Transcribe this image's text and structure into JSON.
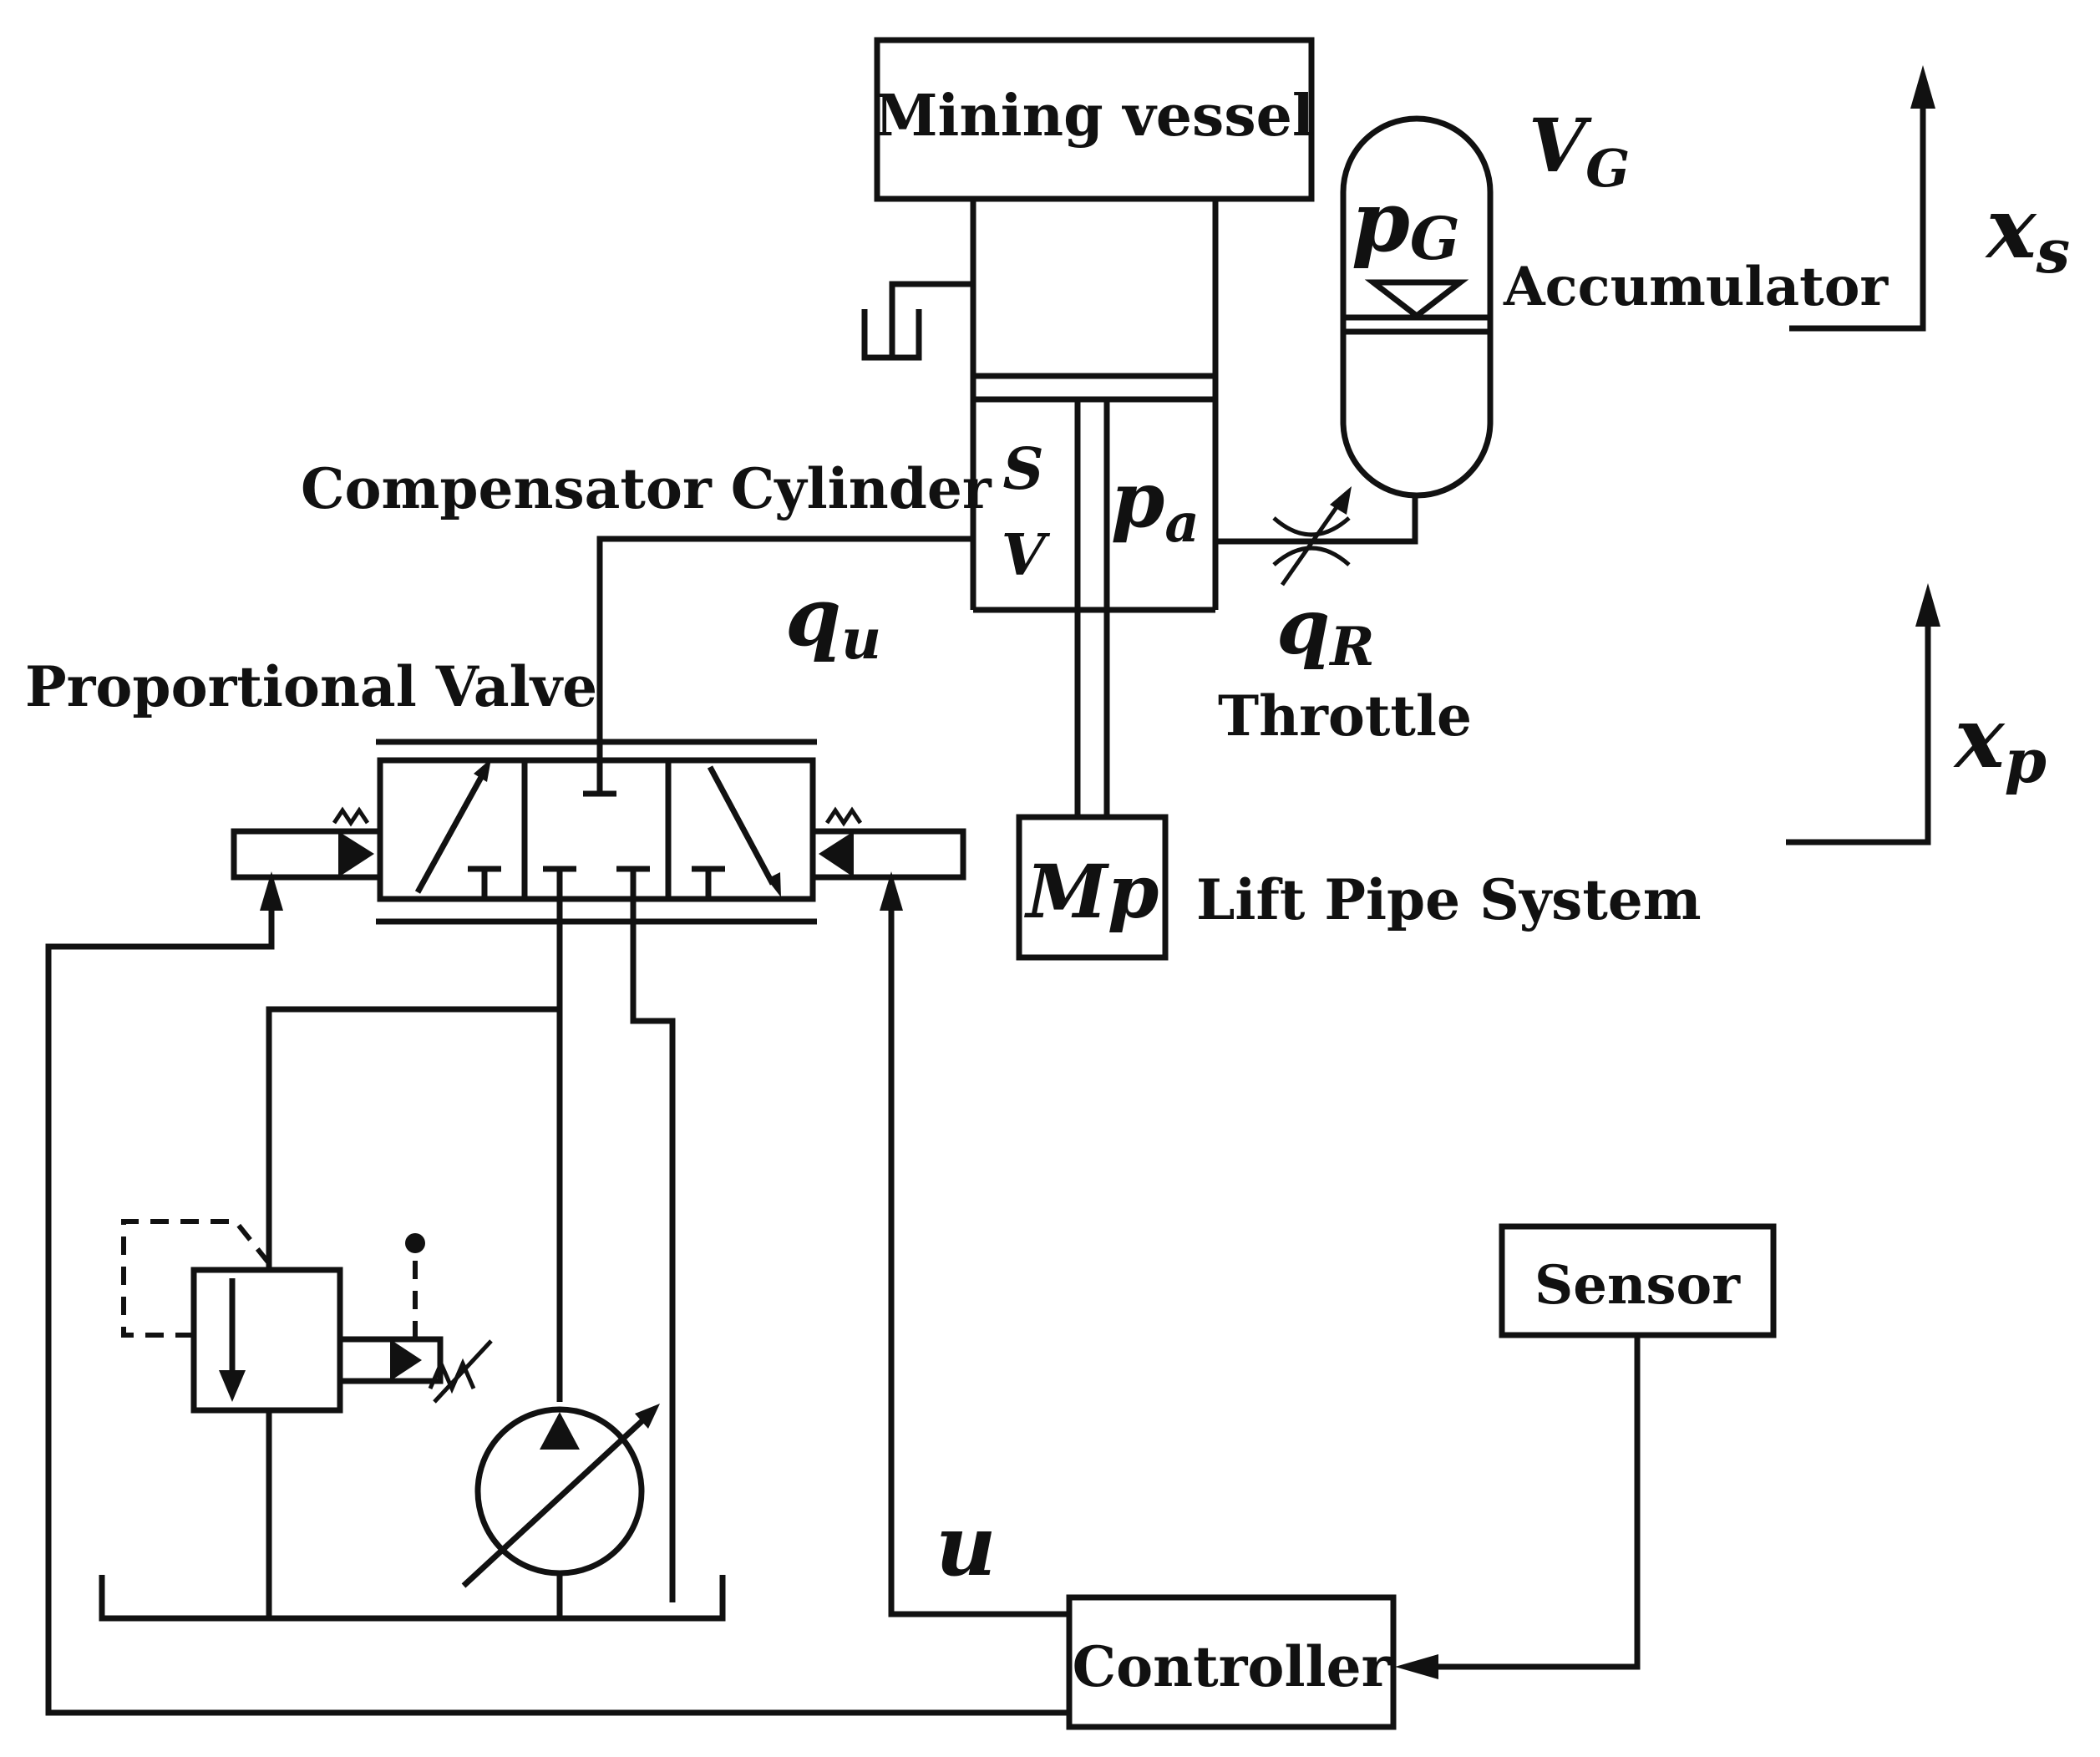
{
  "labels": {
    "mining_vessel": "Mining vessel",
    "accumulator": "Accumulator",
    "compensator_cylinder": "Compensator Cylinder",
    "proportional_valve": "Proportional Valve",
    "throttle": "Throttle",
    "lift_pipe_system": "Lift Pipe System",
    "sensor": "Sensor",
    "controller": "Controller"
  },
  "symbols": {
    "vg_main": "V",
    "vg_sub": "G",
    "pg_main": "p",
    "pg_sub": "G",
    "xs_main": "x",
    "xs_sub": "s",
    "xp_main": "x",
    "xp_sub": "p",
    "s": "S",
    "v": "V",
    "pa_main": "p",
    "pa_sub": "a",
    "qu_main": "q",
    "qu_sub": "u",
    "qr_main": "q",
    "qr_sub": "R",
    "mp": "Mp",
    "u": "u"
  }
}
